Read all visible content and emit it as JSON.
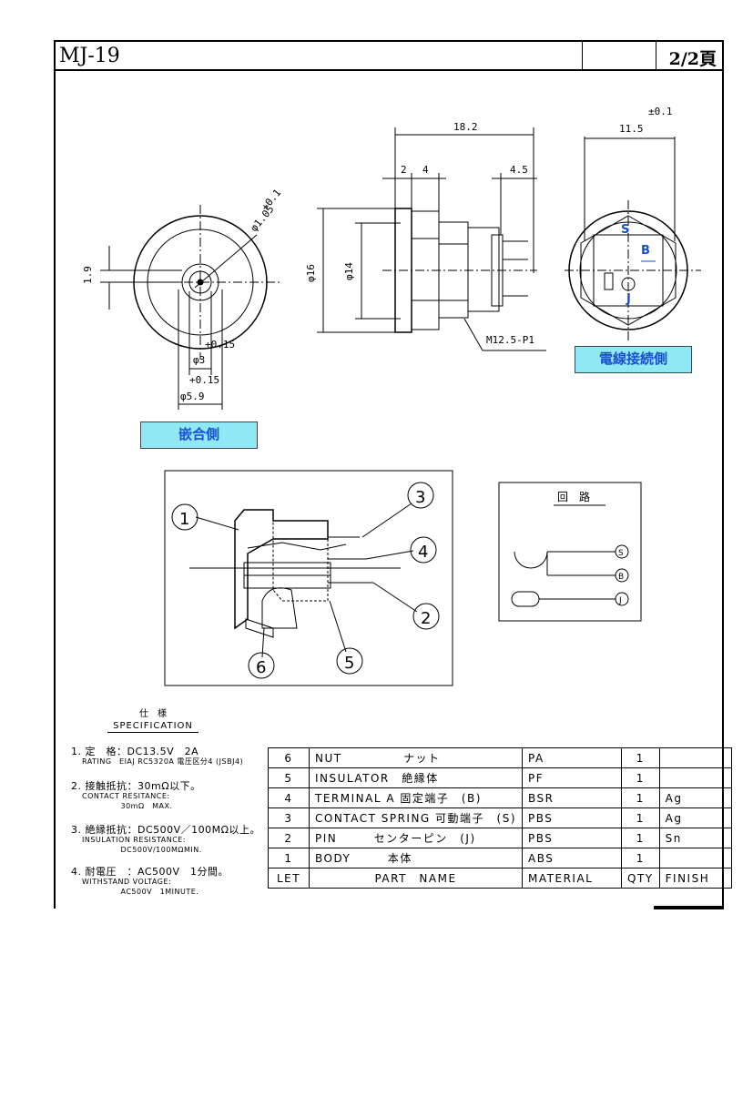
{
  "header": {
    "model": "MJ-19",
    "page": "2/2頁"
  },
  "dimensions": {
    "front_hole": "φ1.05",
    "front_hole_tol": "+0.1",
    "offset": "1.9",
    "pin_dia": "φ3",
    "pin_tol": "+0.15",
    "bore_dia": "φ5.9",
    "bore_tol": "+0.15",
    "length_total": "18.2",
    "len_2": "2",
    "len_4": "4",
    "len_45": "4.5",
    "dia16": "φ16",
    "dia14": "φ14",
    "thread": "M12.5-P1",
    "width": "11.5",
    "width_tol": "±0.1"
  },
  "labels": {
    "mating_side": "嵌合側",
    "wire_side": "電線接続側"
  },
  "rear_terminals": [
    "S",
    "B",
    "J"
  ],
  "section_balloons": [
    "1",
    "2",
    "3",
    "4",
    "5",
    "6"
  ],
  "circuit": {
    "title": "回　路",
    "terminals": [
      "S",
      "B",
      "J"
    ]
  },
  "spec": {
    "title_jp": "仕　様",
    "title_en": "SPECIFICATION",
    "items": [
      {
        "main": "1. 定　格：DC13.5V　2A",
        "sub": [
          "RATING　EIAJ RC5320A 電圧区分4 (JSBJ4)"
        ]
      },
      {
        "main": "2. 接触抵抗：30mΩ以下。",
        "sub": [
          "CONTACT RESITANCE:",
          "　　　　　30mΩ　MAX."
        ]
      },
      {
        "main": "3. 絶縁抵抗：DC500V／100MΩ以上。",
        "sub": [
          "INSULATION RESISTANCE:",
          "　　　　　DC500V/100MΩMIN."
        ]
      },
      {
        "main": "4. 耐電圧　：AC500V　1分間。",
        "sub": [
          "WITHSTAND VOLTAGE:",
          "　　　　　AC500V　1MINUTE."
        ]
      }
    ]
  },
  "parts": {
    "header": [
      "LET",
      "PART　NAME",
      "MATERIAL",
      "QTY",
      "FINISH"
    ],
    "rows": [
      {
        "let": "6",
        "name": "NUT　　　　　ナット",
        "material": "PA",
        "qty": "1",
        "finish": ""
      },
      {
        "let": "5",
        "name": "INSULATOR　絶縁体",
        "material": "PF",
        "qty": "1",
        "finish": ""
      },
      {
        "let": "4",
        "name": "TERMINAL A 固定端子　(B)",
        "material": "BSR",
        "qty": "1",
        "finish": "Ag"
      },
      {
        "let": "3",
        "name": "CONTACT SPRING 可動端子　(S)",
        "material": "PBS",
        "qty": "1",
        "finish": "Ag"
      },
      {
        "let": "2",
        "name": "PIN　　　センターピン　(J)",
        "material": "PBS",
        "qty": "1",
        "finish": "Sn"
      },
      {
        "let": "1",
        "name": "BODY　　　本体",
        "material": "ABS",
        "qty": "1",
        "finish": ""
      }
    ]
  }
}
